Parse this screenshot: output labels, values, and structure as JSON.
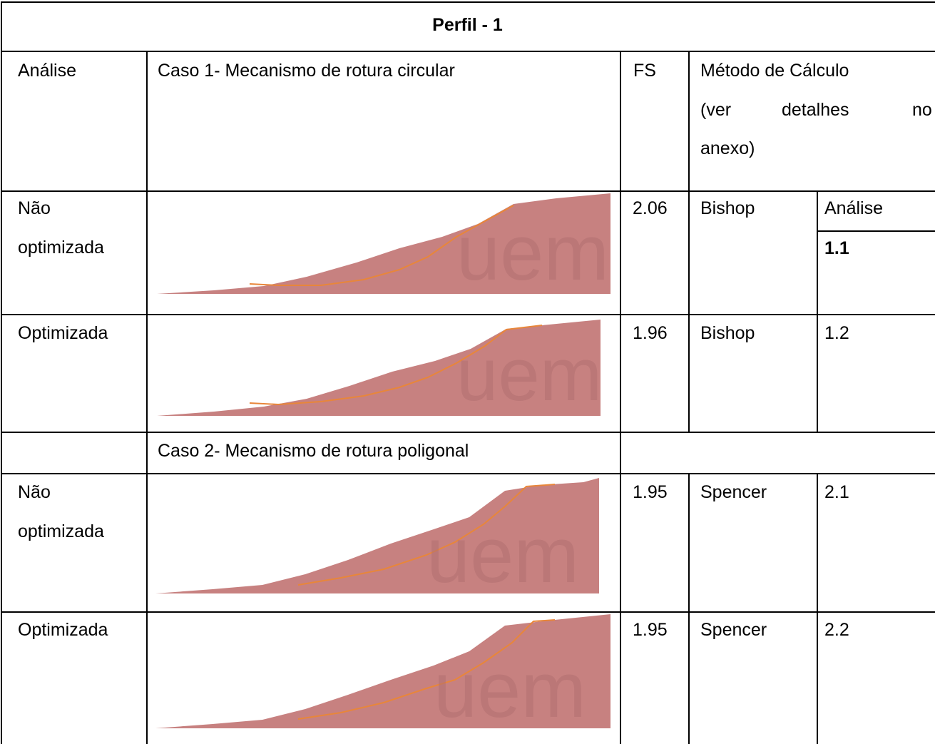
{
  "title": "Perfil - 1",
  "header": {
    "analise": "Análise",
    "caso1": "Caso 1- Mecanismo de rotura circular",
    "fs": "FS",
    "metodo_line1": "Método de Cálculo",
    "metodo_ver": "(ver",
    "metodo_detalhes": "detalhes",
    "metodo_no": "no",
    "metodo_line3": "anexo)"
  },
  "caso2_label": "Caso 2- Mecanismo de rotura poligonal",
  "rows": [
    {
      "analise_line1": "Não",
      "analise_line2": "optimizada",
      "fs": "2.06",
      "method": "Bishop",
      "ref_line1": "Análise",
      "ref_line2": "1.1"
    },
    {
      "analise_line1": "Optimizada",
      "analise_line2": "",
      "fs": "1.96",
      "method": "Bishop",
      "ref_line1": "1.2",
      "ref_line2": ""
    },
    {
      "analise_line1": "Não",
      "analise_line2": "optimizada",
      "fs": "1.95",
      "method": "Spencer",
      "ref_line1": "2.1",
      "ref_line2": ""
    },
    {
      "analise_line1": "Optimizada",
      "analise_line2": "",
      "fs": "1.95",
      "method": "Spencer",
      "ref_line1": "2.2",
      "ref_line2": ""
    }
  ],
  "figure_watermark": "uem",
  "colors": {
    "slope_fill": "#c78180",
    "slip_surface": "#e8863a",
    "watermark": "#b07070"
  }
}
